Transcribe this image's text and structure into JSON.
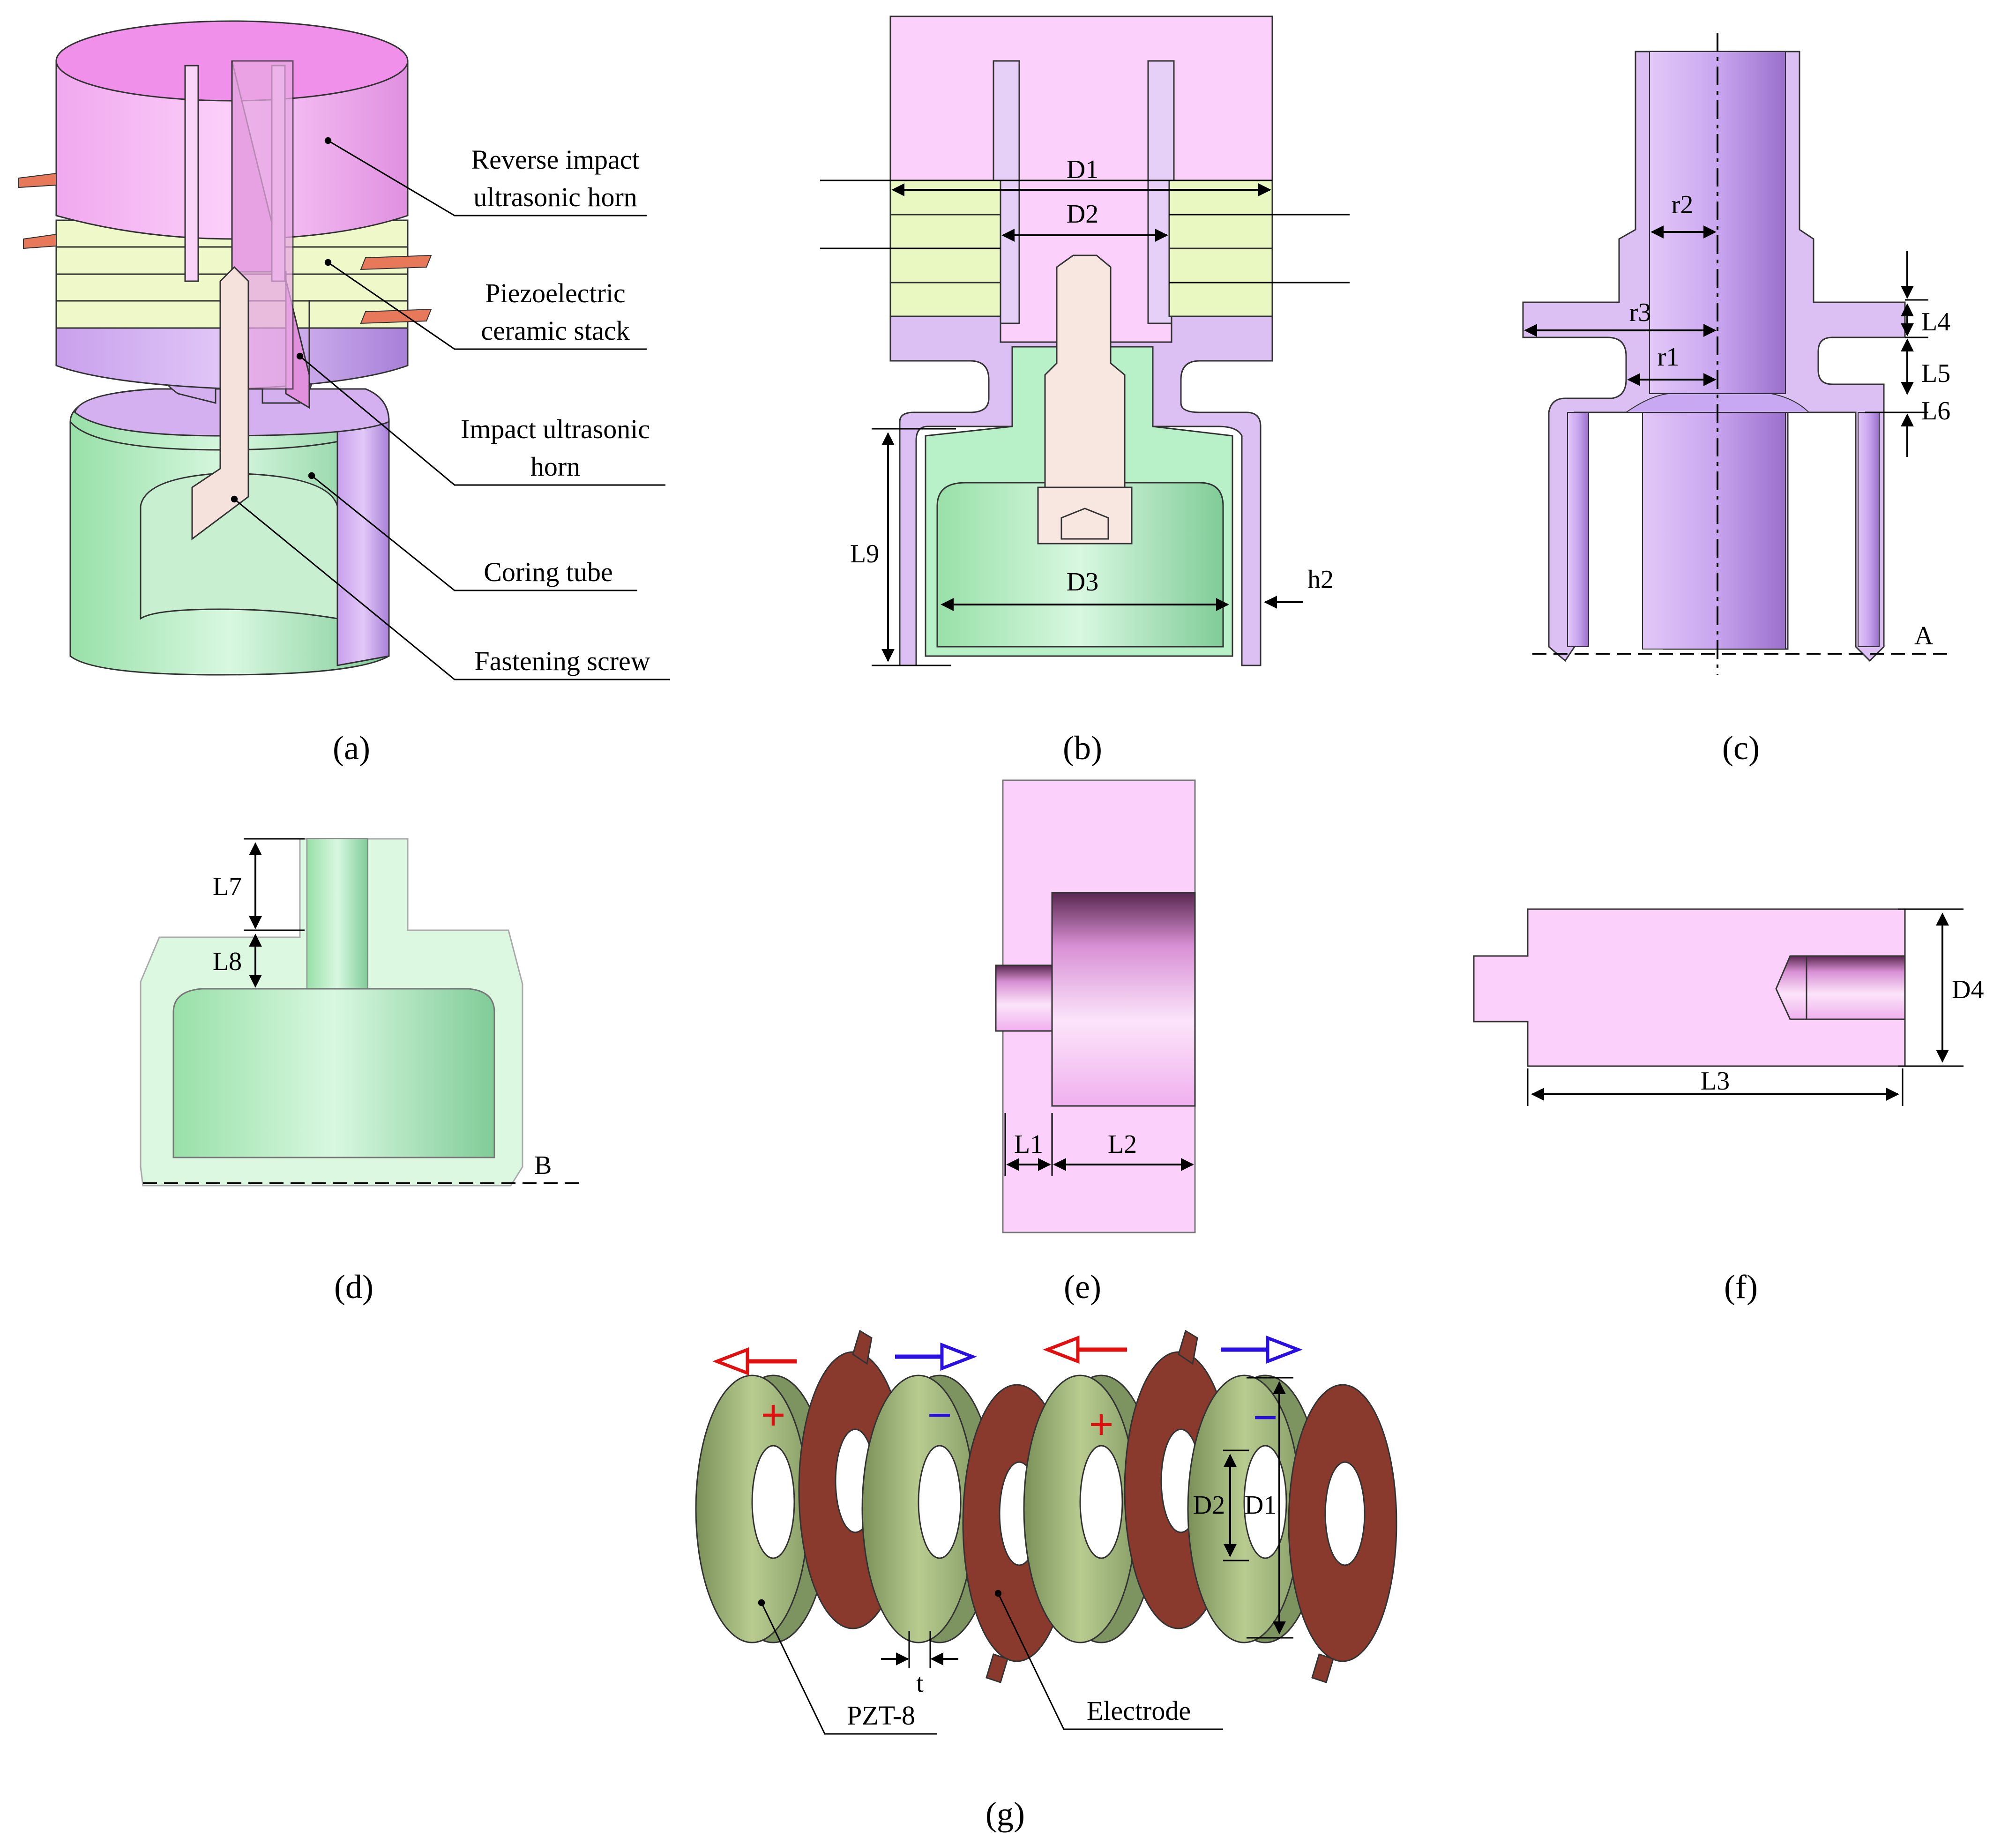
{
  "panel_a": {
    "caption": "(a)",
    "labels": {
      "reverse_horn_1": "Reverse impact",
      "reverse_horn_2": "ultrasonic horn",
      "piezo_1": "Piezoelectric",
      "piezo_2": "ceramic stack",
      "impact_horn_1": "Impact ultrasonic",
      "impact_horn_2": "horn",
      "coring_tube": "Coring tube",
      "fastening_screw": "Fastening screw"
    }
  },
  "panel_b": {
    "caption": "(b)",
    "dims": {
      "d1": "D1",
      "d2": "D2",
      "d3": "D3",
      "l9": "L9",
      "h2": "h2"
    }
  },
  "panel_c": {
    "caption": "(c)",
    "dims": {
      "r1": "r1",
      "r2": "r2",
      "r3": "r3",
      "l4": "L4",
      "l5": "L5",
      "l6": "L6",
      "a": "A"
    }
  },
  "panel_d": {
    "caption": "(d)",
    "dims": {
      "l7": "L7",
      "l8": "L8",
      "b": "B"
    }
  },
  "panel_e": {
    "caption": "(e)",
    "dims": {
      "l1": "L1",
      "l2": "L2"
    }
  },
  "panel_f": {
    "caption": "(f)",
    "dims": {
      "l3": "L3",
      "d4": "D4"
    }
  },
  "panel_g": {
    "caption": "(g)",
    "labels": {
      "pzt": "PZT-8",
      "electrode": "Electrode",
      "t": "t",
      "d1": "D1",
      "d2": "D2"
    },
    "signs": [
      "+",
      "−",
      "+",
      "−"
    ]
  },
  "colors": {
    "reverse_horn": "#f5b6f5",
    "impact_horn": "#d9b8f0",
    "piezo": "#e8f8c0",
    "coring_tube": "#b8f0c8",
    "screw": "#f5e2dc",
    "pzt_ring": "#96ac70",
    "electrode": "#8a3a2c",
    "positive_arrow": "#e01010",
    "negative_arrow": "#2a10e0"
  }
}
